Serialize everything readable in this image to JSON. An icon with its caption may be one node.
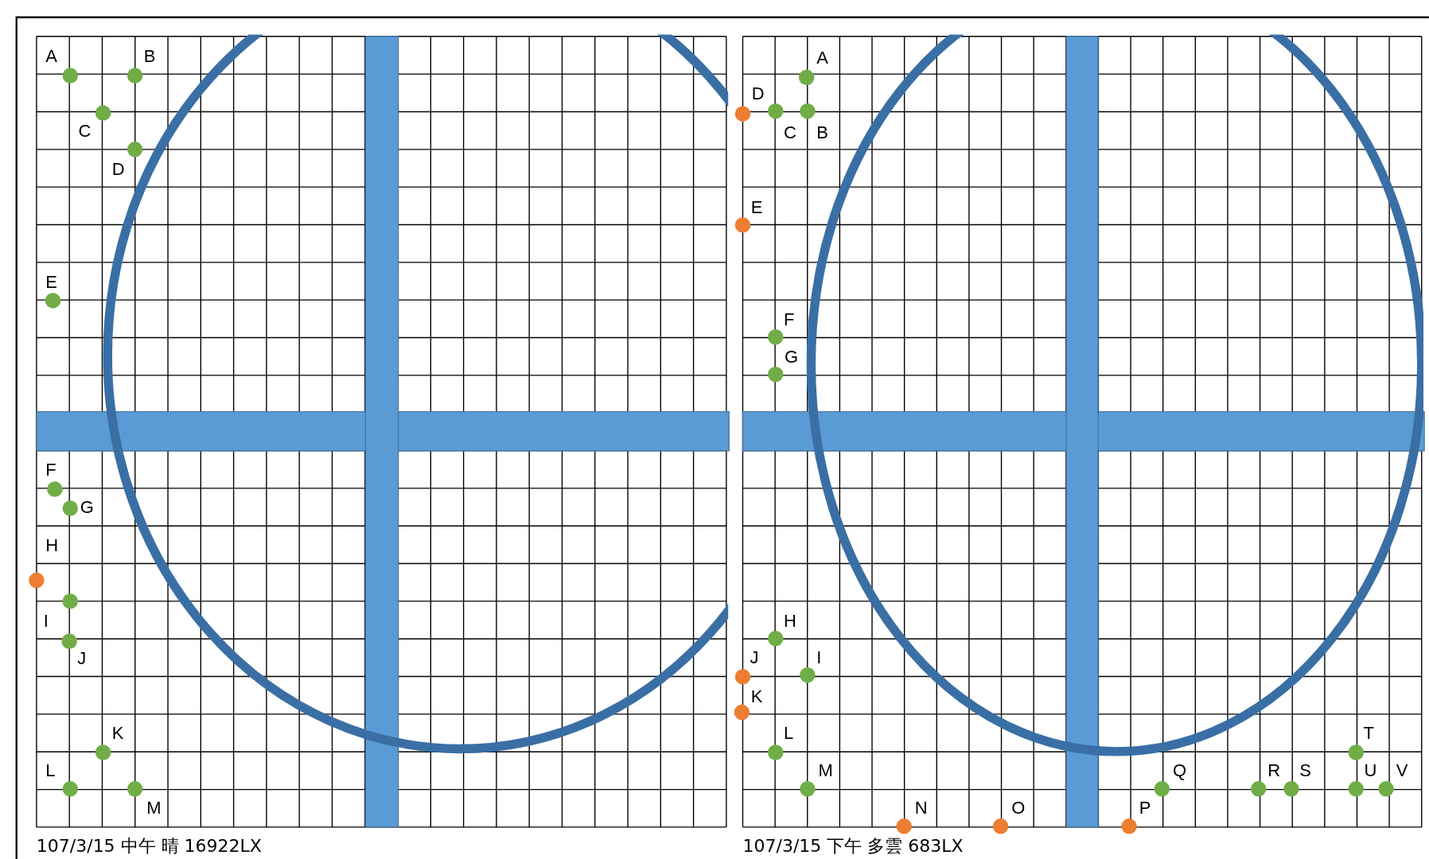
{
  "diagram": {
    "labels": [
      "A",
      "B",
      "C",
      "D",
      "E",
      "F",
      "G",
      "H",
      "I",
      "J",
      "K",
      "L",
      "M",
      "107/3/15 中午 晴 16922LX",
      "A",
      "D",
      "C",
      "B",
      "E",
      "F",
      "G",
      "H",
      "J",
      "I",
      "K",
      "L",
      "T",
      "M",
      "Q",
      "R",
      "S",
      "U",
      "V",
      "N",
      "O",
      "P",
      "107/3/15 下午 多雲 683LX"
    ]
  }
}
